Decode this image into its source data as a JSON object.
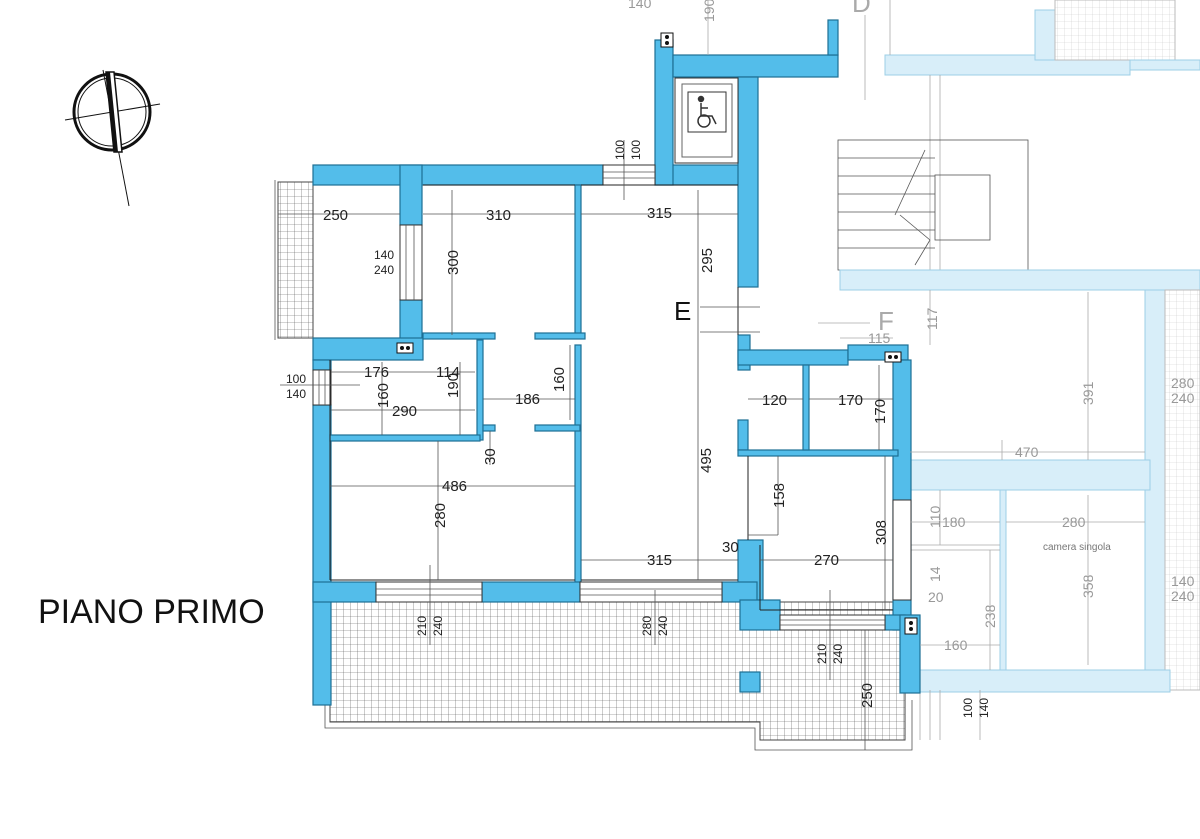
{
  "title": "PIANO PRIMO",
  "units": {
    "E": "E",
    "F": "F",
    "D": "D"
  },
  "room_label": "camera singola",
  "dimensions": {
    "balcony_left_w": "250",
    "balcony_left_140": "140",
    "balcony_left_240": "240",
    "room1_w": "310",
    "room1_h": "300",
    "living_w": "315",
    "living_h_top": "295",
    "living_h": "495",
    "living_w_bottom": "315",
    "stair_door_100a": "100",
    "stair_door_100b": "100",
    "bath1_176": "176",
    "bath1_114": "114",
    "bath1_160": "160",
    "bath1_190": "190",
    "bath1_290": "290",
    "hall_186": "186",
    "hall_160": "160",
    "win_left_100": "100",
    "win_left_140": "140",
    "wall_30a": "30",
    "room2_w": "486",
    "room2_h": "280",
    "win1_210": "210",
    "win1_240": "240",
    "win2_280": "280",
    "win2_240": "240",
    "store_120": "120",
    "store_170": "170",
    "store_170v": "170",
    "kitchen_158": "158",
    "wall_30b": "30",
    "kitchen_270": "270",
    "kitchen_308": "308",
    "win3_210": "210",
    "win3_240": "240",
    "terrace_250": "250",
    "f_115": "115",
    "f_117": "117",
    "f_391": "391",
    "f_470": "470",
    "f_280": "280",
    "f_240": "240",
    "f_180": "180",
    "f_110": "110",
    "f_280b": "280",
    "f_358": "358",
    "f_14": "14",
    "f_20": "20",
    "f_238": "238",
    "f_160": "160",
    "f_140r": "140",
    "f_240r": "240",
    "f_100": "100",
    "f_140b": "140",
    "top_140": "140",
    "top_190": "190"
  }
}
